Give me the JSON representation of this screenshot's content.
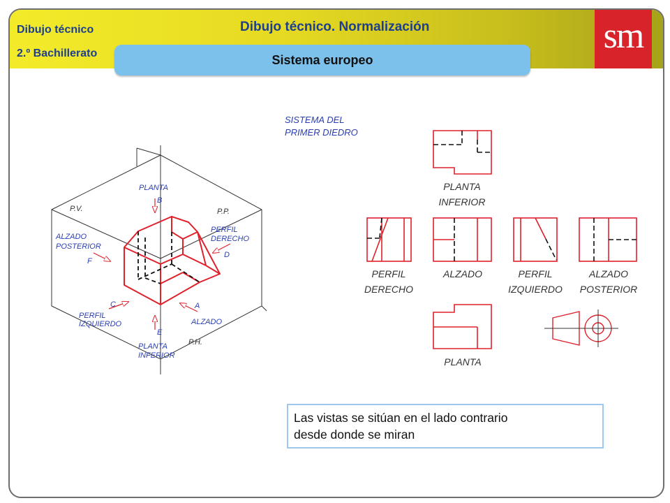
{
  "header": {
    "subject": "Dibujo técnico",
    "grade": "2.º Bachillerato",
    "title": "Dibujo técnico. Normalización",
    "logo": "sm",
    "subtitle": "Sistema europeo"
  },
  "isometric": {
    "plane_vertical": "P.V.",
    "plane_profile": "P.P.",
    "plane_horizontal": "P.H.",
    "view_b_label": "PLANTA",
    "view_b_letter": "B",
    "view_f_label_1": "ALZADO",
    "view_f_label_2": "POSTERIOR",
    "view_f_letter": "F",
    "view_d_label_1": "PERFIL",
    "view_d_label_2": "DERECHO",
    "view_d_letter": "D",
    "view_c_label_1": "PERFIL",
    "view_c_label_2": "IZQUIERDO",
    "view_c_letter": "C",
    "view_a_label": "ALZADO",
    "view_a_letter": "A",
    "view_e_label_1": "PLANTA",
    "view_e_label_2": "INFERIOR",
    "view_e_letter": "E"
  },
  "views": {
    "system_line1": "SISTEMA DEL",
    "system_line2": "PRIMER DIEDRO",
    "planta_inferior_1": "PLANTA",
    "planta_inferior_2": "INFERIOR",
    "perfil_derecho_1": "PERFIL",
    "perfil_derecho_2": "DERECHO",
    "alzado": "ALZADO",
    "perfil_izquierdo_1": "PERFIL",
    "perfil_izquierdo_2": "IZQUIERDO",
    "alzado_posterior_1": "ALZADO",
    "alzado_posterior_2": "POSTERIOR",
    "planta": "PLANTA"
  },
  "note": {
    "line1": "Las vistas se sitúan en el lado contrario",
    "line2": "desde donde se miran"
  },
  "colors": {
    "accent_red": "#e0202a",
    "label_blue": "#2b3fb0",
    "header_yellow": "#f3eb2a",
    "subtitle_blue": "#7cc1eb",
    "title_blue": "#1d3f8c"
  }
}
